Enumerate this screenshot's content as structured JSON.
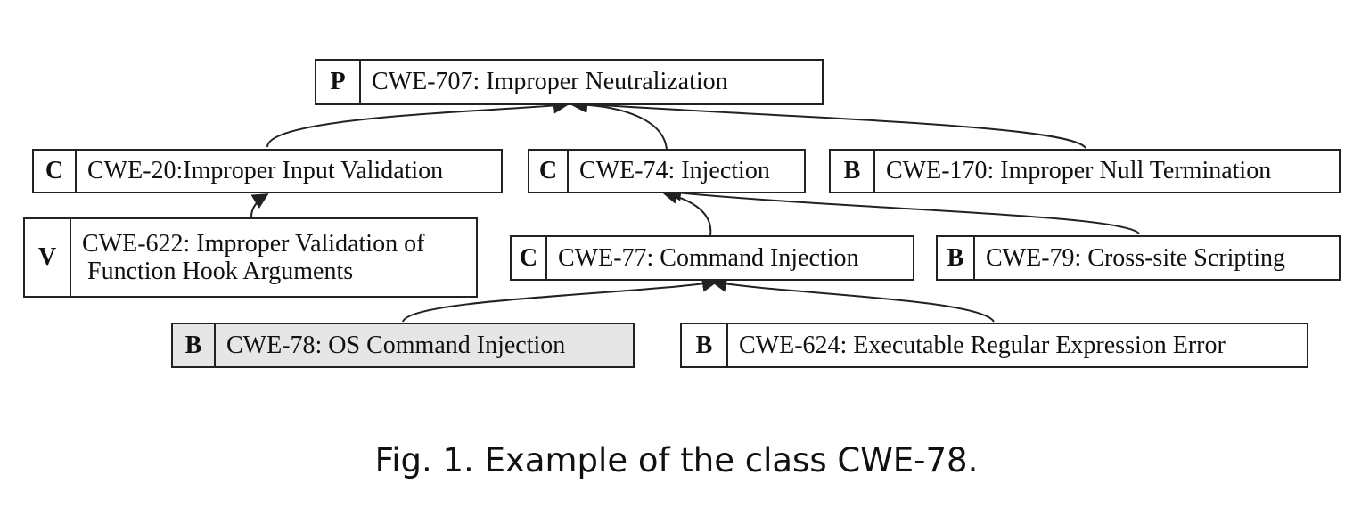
{
  "nodes": [
    {
      "id": "cwe-707",
      "type": "P",
      "label": "CWE-707: Improper Neutralization"
    },
    {
      "id": "cwe-20",
      "type": "C",
      "label": "CWE-20:Improper Input Validation"
    },
    {
      "id": "cwe-74",
      "type": "C",
      "label": "CWE-74: Injection"
    },
    {
      "id": "cwe-170",
      "type": "B",
      "label": "CWE-170: Improper Null Termination"
    },
    {
      "id": "cwe-622",
      "type": "V",
      "label_lines": [
        "CWE-622: Improper Validation of",
        "Function Hook Arguments"
      ]
    },
    {
      "id": "cwe-77",
      "type": "C",
      "label": "CWE-77: Command Injection"
    },
    {
      "id": "cwe-79",
      "type": "B",
      "label": "CWE-79: Cross-site Scripting"
    },
    {
      "id": "cwe-78",
      "type": "B",
      "label": "CWE-78: OS Command Injection",
      "highlighted": true
    },
    {
      "id": "cwe-624",
      "type": "B",
      "label": "CWE-624: Executable Regular Expression Error"
    }
  ],
  "edges": [
    {
      "from": "cwe-20",
      "to": "cwe-707"
    },
    {
      "from": "cwe-74",
      "to": "cwe-707"
    },
    {
      "from": "cwe-170",
      "to": "cwe-707"
    },
    {
      "from": "cwe-622",
      "to": "cwe-20"
    },
    {
      "from": "cwe-77",
      "to": "cwe-74"
    },
    {
      "from": "cwe-79",
      "to": "cwe-74"
    },
    {
      "from": "cwe-78",
      "to": "cwe-77"
    },
    {
      "from": "cwe-624",
      "to": "cwe-77"
    }
  ],
  "colors": {
    "highlight": "#e6e6e6",
    "stroke": "#222222"
  },
  "caption": "Fig. 1.  Example of the class CWE-78."
}
